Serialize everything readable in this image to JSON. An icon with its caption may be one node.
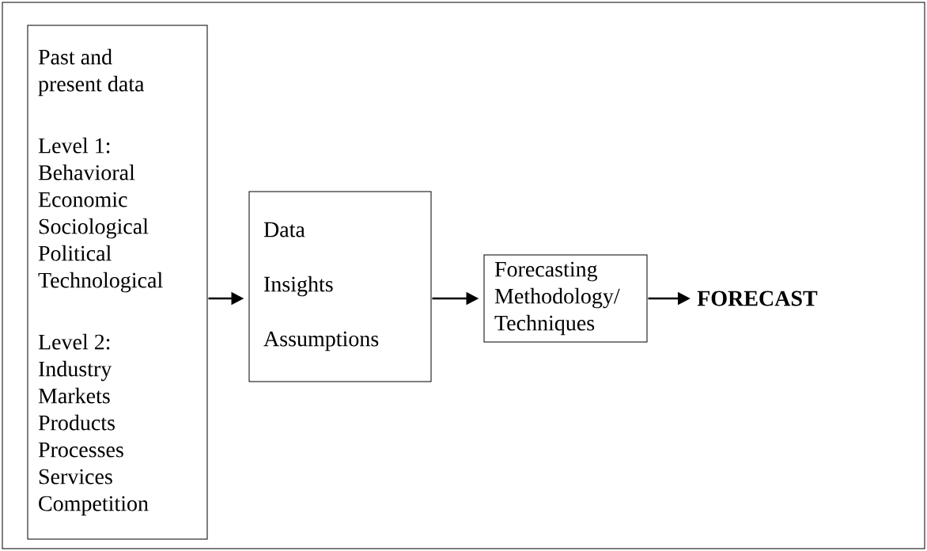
{
  "diagram": {
    "nodes": [
      {
        "text": [
          "Past and present data",
          "Level 1: Behavioral Economic Sociological Political Technological",
          "Level 2: Industry Markets Products Processes Services Competition"
        ]
      },
      {
        "text": [
          "Data",
          "Insights",
          "Assumptions"
        ]
      },
      {
        "text": [
          "Forecasting Methodology/ Techniques"
        ]
      },
      {
        "text": [
          "FORECAST"
        ]
      }
    ],
    "edges": [
      {
        "from": 0,
        "to": 1,
        "arrow": "to"
      },
      {
        "from": 1,
        "to": 2,
        "arrow": "to"
      },
      {
        "from": 2,
        "to": 3,
        "arrow": "to"
      }
    ]
  }
}
